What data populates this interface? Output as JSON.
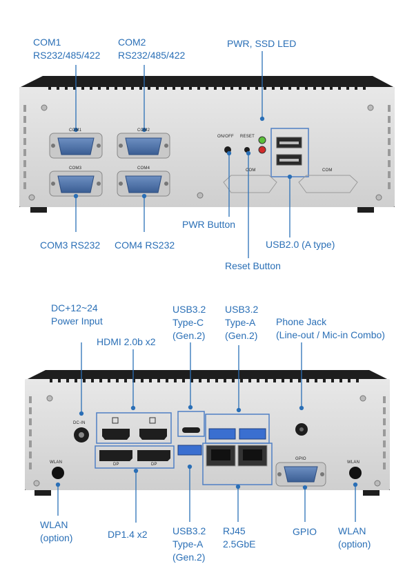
{
  "front": {
    "labels": {
      "com1": [
        "COM1",
        "RS232/485/422"
      ],
      "com2": [
        "COM2",
        "RS232/485/422"
      ],
      "pwr_ssd_led": "PWR, SSD LED",
      "pwr_button": "PWR Button",
      "com3": "COM3 RS232",
      "com4": "COM4 RS232",
      "usb20": "USB2.0 (A type)",
      "reset_button": "Reset Button"
    },
    "panel_text": {
      "com1": "COM1",
      "com2": "COM2",
      "com3": "COM3",
      "com4": "COM4",
      "onoff": "ON/OFF",
      "reset": "RESET",
      "com_a": "COM",
      "com_b": "COM"
    }
  },
  "rear": {
    "labels": {
      "dc_in": [
        "DC+12~24",
        "Power Input"
      ],
      "hdmi": "HDMI 2.0b x2",
      "usb32_c": [
        "USB3.2",
        "Type-C",
        "(Gen.2)"
      ],
      "usb32_a_top": [
        "USB3.2",
        "Type-A",
        "(Gen.2)"
      ],
      "phone_jack": [
        "Phone Jack",
        "(Line-out / Mic-in Combo)"
      ],
      "wlan_left": [
        "WLAN",
        "(option)"
      ],
      "dp": "DP1.4 x2",
      "usb32_a_bottom": [
        "USB3.2",
        "Type-A",
        "(Gen.2)"
      ],
      "rj45": [
        "RJ45",
        "2.5GbE"
      ],
      "gpio": "GPIO",
      "wlan_right": [
        "WLAN",
        "(option)"
      ]
    },
    "panel_text": {
      "dc_in": "DC-IN",
      "wlan_l": "WLAN",
      "wlan_r": "WLAN",
      "gpio": "GPIO",
      "dp1": "DP",
      "dp2": "DP"
    }
  },
  "colors": {
    "label": "#2a6fb6",
    "line": "#2a6fb6",
    "panel": "#d8d8d8",
    "port": "#4f72a8"
  }
}
